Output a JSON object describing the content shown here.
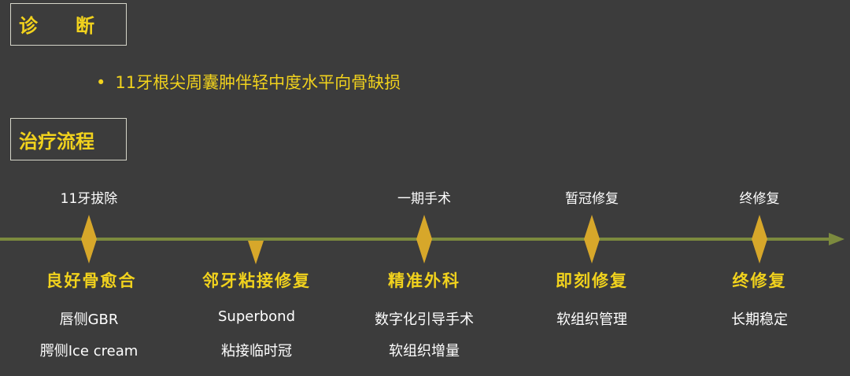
{
  "diagnosis": {
    "heading": "诊　　断",
    "bullet": "•",
    "text": "11牙根尖周囊肿伴轻中度水平向骨缺损"
  },
  "treatment": {
    "heading": "治疗流程"
  },
  "timeline": {
    "milestones": [
      {
        "top_label": "11牙拔除",
        "title": "良好骨愈合",
        "details": [
          "唇侧GBR",
          "腭侧Ice cream"
        ],
        "marker": "diamond"
      },
      {
        "top_label": "",
        "title": "邻牙粘接修复",
        "details": [
          "Superbond",
          "粘接临时冠"
        ],
        "marker": "triangle"
      },
      {
        "top_label": "一期手术",
        "title": "精准外科",
        "details": [
          "数字化引导手术",
          "软组织增量"
        ],
        "marker": "diamond"
      },
      {
        "top_label": "暂冠修复",
        "title": "即刻修复",
        "details": [
          "软组织管理"
        ],
        "marker": "diamond"
      },
      {
        "top_label": "终修复",
        "title": "终修复",
        "details": [
          "长期稳定"
        ],
        "marker": "diamond"
      }
    ]
  },
  "colors": {
    "background": "#3c3c3c",
    "heading": "#f1d21d",
    "marker": "#d7a72a",
    "timeline": "#7c8a3e",
    "text": "#ffffff"
  }
}
